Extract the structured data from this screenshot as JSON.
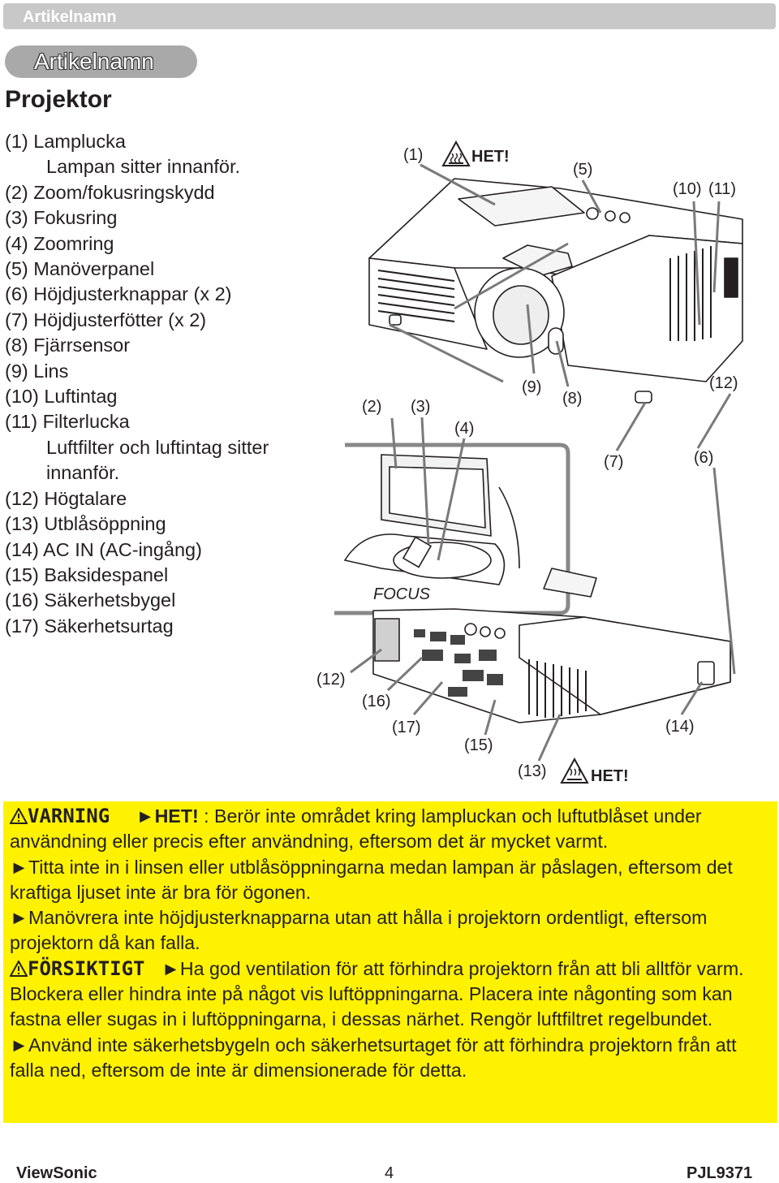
{
  "header": {
    "bar_title": "Artikelnamn",
    "pill_title": "Artikelnamn",
    "page_title": "Projektor"
  },
  "parts": [
    {
      "text": "(1) Lamplucka",
      "indent": false
    },
    {
      "text": "Lampan sitter innanför.",
      "indent": true
    },
    {
      "text": "(2) Zoom/fokusringskydd",
      "indent": false
    },
    {
      "text": "(3) Fokusring",
      "indent": false
    },
    {
      "text": "(4) Zoomring",
      "indent": false
    },
    {
      "text": "(5) Manöverpanel",
      "indent": false
    },
    {
      "text": "(6) Höjdjusterknappar (x 2)",
      "indent": false
    },
    {
      "text": "(7) Höjdjusterfötter (x 2)",
      "indent": false
    },
    {
      "text": "(8) Fjärrsensor",
      "indent": false
    },
    {
      "text": "(9) Lins",
      "indent": false
    },
    {
      "text": "(10) Luftintag",
      "indent": false
    },
    {
      "text": "(11) Filterlucka",
      "indent": false
    },
    {
      "text": "Luftfilter och luftintag sitter",
      "indent": true
    },
    {
      "text": "innanför.",
      "indent": true
    },
    {
      "text": "(12) Högtalare",
      "indent": false
    },
    {
      "text": "(13) Utblåsöppning",
      "indent": false
    },
    {
      "text": "(14) AC IN (AC-ingång)",
      "indent": false
    },
    {
      "text": "(15) Baksidespanel",
      "indent": false
    },
    {
      "text": "(16) Säkerhetsbygel",
      "indent": false
    },
    {
      "text": "(17) Säkerhetsurtag",
      "indent": false
    }
  ],
  "diagram": {
    "l1": "(1)",
    "l2": "(2)",
    "l3": "(3)",
    "l4": "(4)",
    "l5": "(5)",
    "l6": "(6)",
    "l7": "(7)",
    "l8": "(8)",
    "l9": "(9)",
    "l10": "(10)",
    "l11": "(11)",
    "l12a": "(12)",
    "l12b": "(12)",
    "l13": "(13)",
    "l14": "(14)",
    "l15": "(15)",
    "l16": "(16)",
    "l17": "(17)",
    "het": "HET!",
    "focus_text": "FOCUS"
  },
  "warning": {
    "varning": "VARNING",
    "p1_bold": "HET!",
    "p1": " : Berör inte området kring lampluckan och luftutblåset under användning eller precis efter användning, eftersom det är mycket varmt.",
    "p2": "Titta inte in i linsen eller utblåsöppningarna medan lampan är påslagen, eftersom det kraftiga ljuset inte är bra för ögonen.",
    "p3": "Manövrera inte höjdjusterknapparna utan att hålla i projektorn ordentligt, eftersom projektorn då kan falla.",
    "forsiktigt": "FÖRSIKTIGT",
    "p4": "Ha god ventilation för att förhindra projektorn från att bli alltför varm. Blockera eller hindra inte på något vis luftöppningarna. Placera inte någonting som kan fastna eller sugas in i luftöppningarna, i dessas närhet. Rengör luftfiltret regelbundet.",
    "p5": "Använd inte säkerhetsbygeln och säkerhetsurtaget för att förhindra projektorn från att falla ned, eftersom de inte är dimensionerade för detta."
  },
  "footer": {
    "brand": "ViewSonic",
    "page": "4",
    "model": "PJL9371"
  },
  "colors": {
    "warning_bg": "#fff200",
    "bar_gray": "#c8c8c8",
    "pill_gray": "#a9a9a9"
  }
}
